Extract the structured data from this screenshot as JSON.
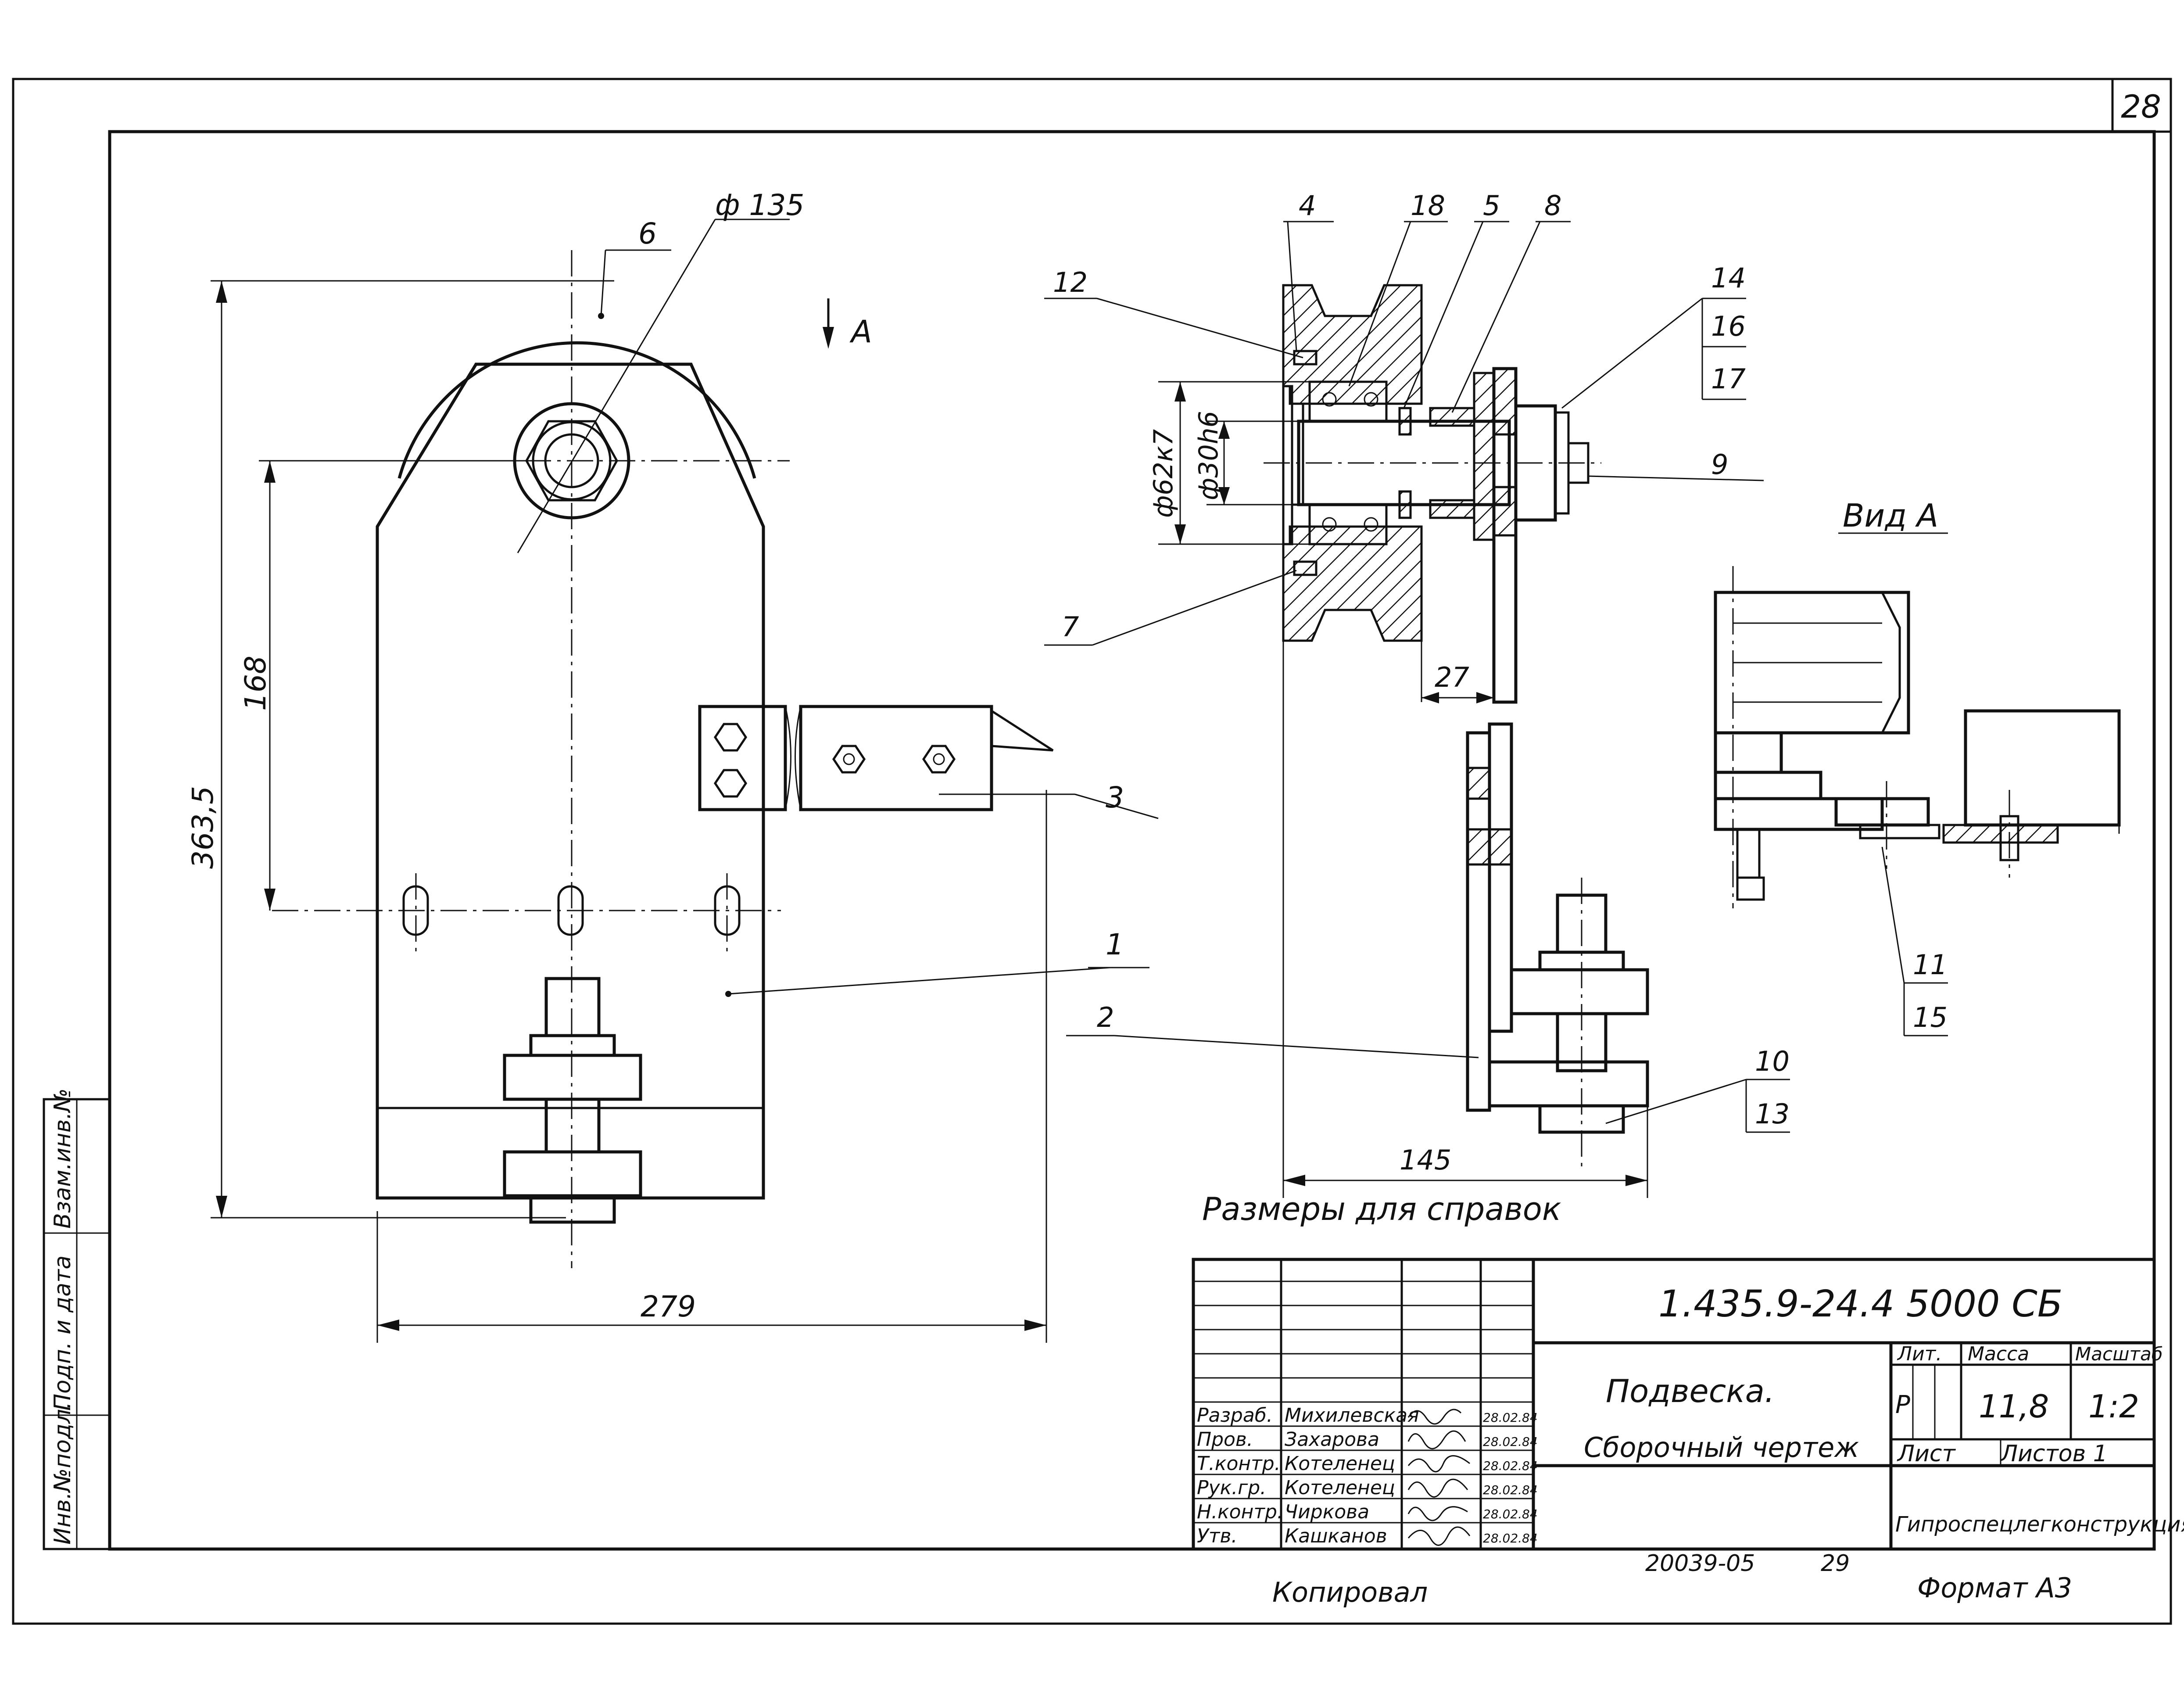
{
  "sheet": {
    "page_number": "28",
    "footer_copied": "Копировал",
    "footer_format": "Формат А3",
    "footer_order": "20039-05",
    "footer_page": "29"
  },
  "left_strip": {
    "col1": "Инв.№подл.",
    "col2": "Подп. и дата",
    "col3": "Взам.инв.№"
  },
  "main_view": {
    "callout_6": "6",
    "dia_label": "ф 135",
    "view_arrow": "А",
    "dim_168": "168",
    "dim_3635": "363,5",
    "dim_279": "279",
    "callout_3": "3",
    "callout_1": "1"
  },
  "section_view": {
    "callouts": [
      "4",
      "18",
      "5",
      "8",
      "12",
      "14",
      "16",
      "17",
      "9",
      "7",
      "2",
      "10",
      "13"
    ],
    "dim_62": "ф62к7",
    "dim_30": "ф30h6",
    "dim_27": "27",
    "dim_145": "145",
    "note": "Размеры для справок"
  },
  "view_a": {
    "title": "Вид А",
    "callout_11": "11",
    "callout_15": "15"
  },
  "title_block": {
    "doc_code": "1.435.9-24.4 5000 СБ",
    "product": "Подвеска.",
    "doc_type": "Сборочный чертеж",
    "lit_header": "Лит.",
    "mass_header": "Масса",
    "scale_header": "Масштаб",
    "lit_value": "Р",
    "mass_value": "11,8",
    "scale_value": "1:2",
    "sheet_label": "Лист",
    "sheets_label": "Листов 1",
    "org": "Гипроспецлегконструкция",
    "signatures": [
      {
        "role": "Разраб.",
        "name": "Михилевская",
        "date": "28.02.84"
      },
      {
        "role": "Пров.",
        "name": "Захарова",
        "date": "28.02.84"
      },
      {
        "role": "Т.контр.",
        "name": "Котеленец",
        "date": "28.02.84"
      },
      {
        "role": "Рук.гр.",
        "name": "Котеленец",
        "date": "28.02.84"
      },
      {
        "role": "Н.контр.",
        "name": "Чиркова",
        "date": "28.02.84"
      },
      {
        "role": "Утв.",
        "name": "Кашканов",
        "date": "28.02.84"
      }
    ]
  }
}
